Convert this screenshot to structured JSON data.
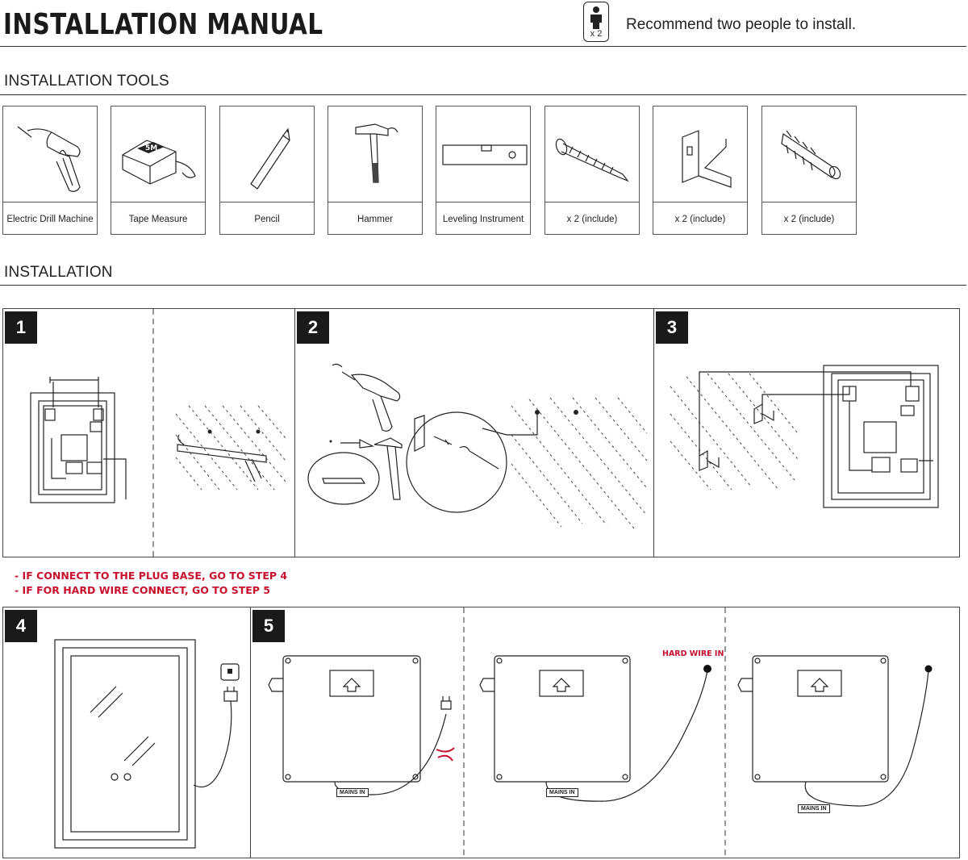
{
  "header": {
    "title": "INSTALLATION MANUAL",
    "people_count": "x 2",
    "recommend": "Recommend two people to install."
  },
  "tools_section": {
    "heading": "INSTALLATION TOOLS",
    "items": [
      {
        "label": "Electric Drill Machine",
        "icon": "drill-icon"
      },
      {
        "label": "Tape Measure",
        "icon": "tape-measure-icon"
      },
      {
        "label": "Pencil",
        "icon": "pencil-icon"
      },
      {
        "label": "Hammer",
        "icon": "hammer-icon"
      },
      {
        "label": "Leveling Instrument",
        "icon": "level-icon"
      },
      {
        "label": "x 2 (include)",
        "icon": "screw-icon"
      },
      {
        "label": "x 2 (include)",
        "icon": "bracket-icon"
      },
      {
        "label": "x 2 (include)",
        "icon": "wall-anchor-icon"
      }
    ]
  },
  "installation_section": {
    "heading": "INSTALLATION",
    "steps": [
      "1",
      "2",
      "3",
      "4",
      "5"
    ],
    "notes": [
      "- IF CONNECT TO THE PLUG BASE, GO TO STEP 4",
      "- IF FOR HARD WIRE CONNECT, GO TO STEP 5"
    ],
    "tape_label": "5M",
    "hard_wire_label": "HARD WIRE IN",
    "mains_label": "MAINS IN"
  },
  "colors": {
    "text": "#222222",
    "warning": "#c8102e",
    "step_badge": "#1a1a1a"
  }
}
